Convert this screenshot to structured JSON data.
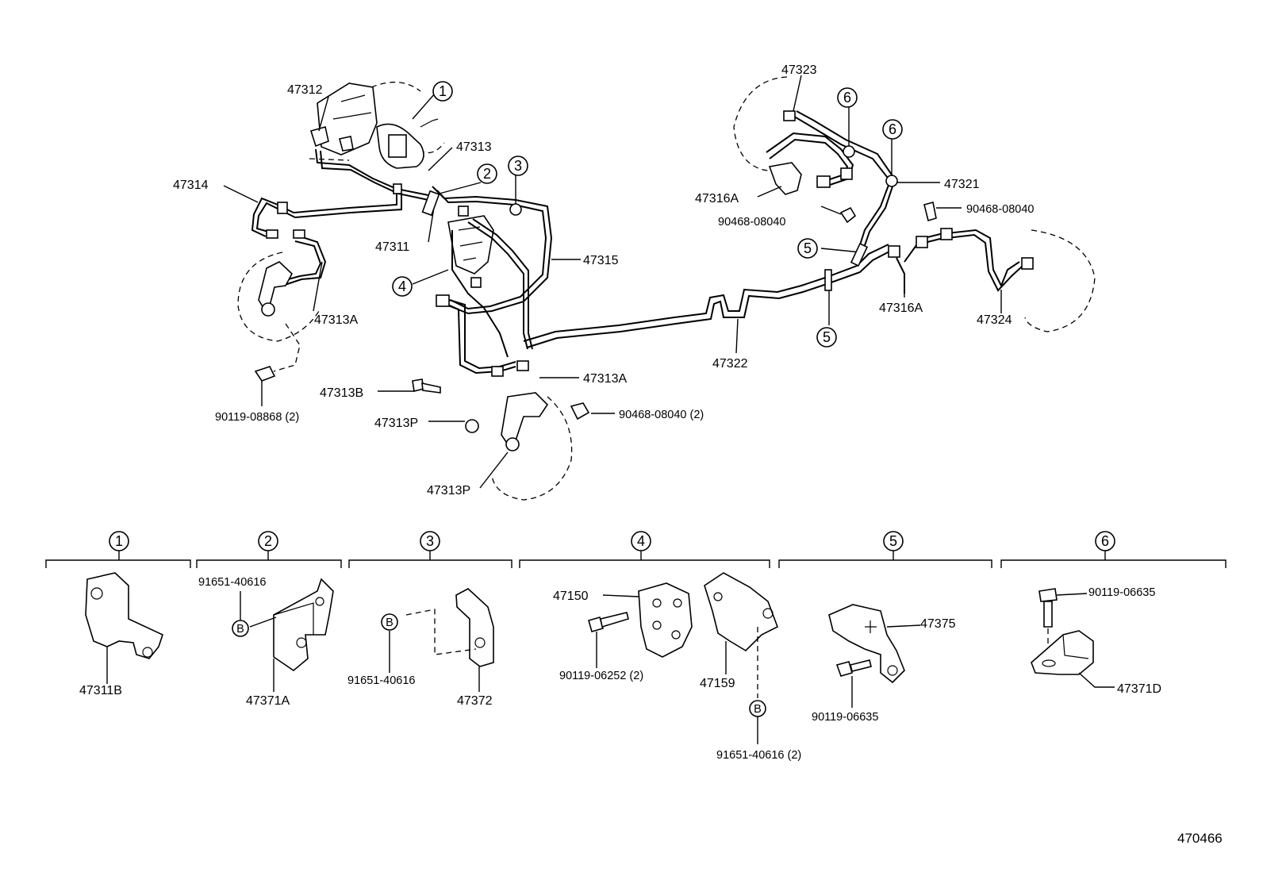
{
  "labels": {
    "p47312": "47312",
    "p47313": "47313",
    "p47314": "47314",
    "p47311": "47311",
    "p47315": "47315",
    "p47313A_top": "47313A",
    "p47313A_mid": "47313A",
    "p47313B": "47313B",
    "p90119_08868": "90119-08868 (2)",
    "p47313P_a": "47313P",
    "p47313P_b": "47313P",
    "p90468_08040_2": "90468-08040 (2)",
    "p47323": "47323",
    "p47316A_top": "47316A",
    "p47316A_bot": "47316A",
    "p47321": "47321",
    "p90468_08040_a": "90468-08040",
    "p90468_08040_b": "90468-08040",
    "p47322": "47322",
    "p47324": "47324",
    "p47311B": "47311B",
    "p91651_40616_a": "91651-40616",
    "p47371A": "47371A",
    "p91651_40616_b": "91651-40616",
    "p47372": "47372",
    "p47150": "47150",
    "p90119_06252": "90119-06252 (2)",
    "p47159": "47159",
    "p91651_40616_2": "91651-40616 (2)",
    "p47375": "47375",
    "p90119_06635_a": "90119-06635",
    "p90119_06635_b": "90119-06635",
    "p47371D": "47371D",
    "ref": "470466"
  },
  "callouts": {
    "c1": "1",
    "c2": "2",
    "c3": "3",
    "c4": "4",
    "c5a": "5",
    "c5b": "5",
    "c6a": "6",
    "c6b": "6",
    "d1": "1",
    "d2": "2",
    "d3": "3",
    "d4": "4",
    "d5": "5",
    "d6": "6",
    "bA": "B",
    "bB": "B",
    "bC": "B"
  },
  "colors": {
    "ink": "#000000",
    "paper": "#ffffff"
  }
}
